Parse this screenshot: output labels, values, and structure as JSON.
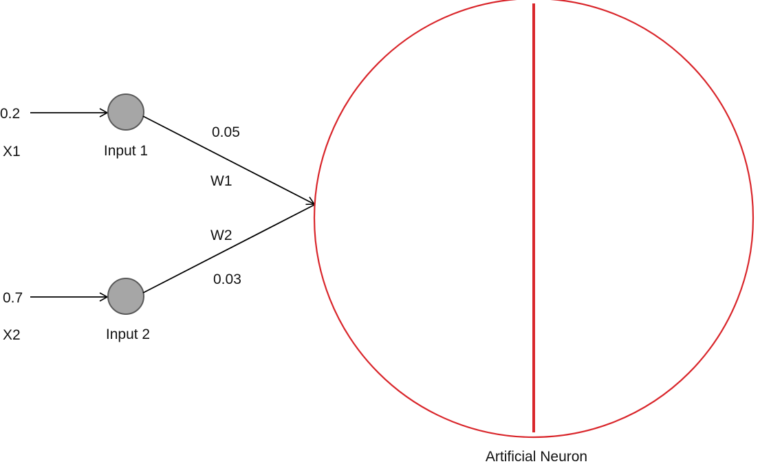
{
  "inputs": [
    {
      "value": "0.2",
      "var": "X1",
      "node_label": "Input 1"
    },
    {
      "value": "0.7",
      "var": "X2",
      "node_label": "Input 2"
    }
  ],
  "weights": [
    {
      "name": "W1",
      "value": "0.05"
    },
    {
      "name": "W2",
      "value": "0.03"
    }
  ],
  "neuron": {
    "label": "Artificial Neuron"
  },
  "colors": {
    "input_node_fill": "#a6a6a6",
    "input_node_stroke": "#595959",
    "neuron_stroke": "#d9262b",
    "edge_stroke": "#000000"
  }
}
